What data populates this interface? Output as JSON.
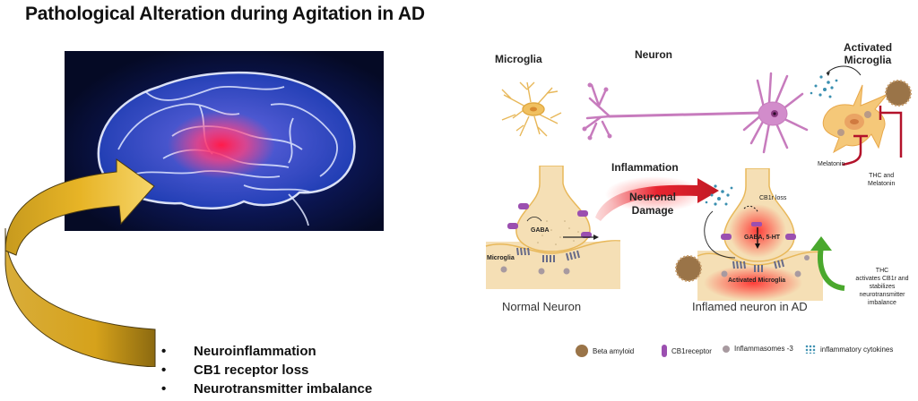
{
  "title": "Pathological Alteration during Agitation in AD",
  "left_panel": {
    "image_subject": "glowing-brain-with-red-inflamed-center",
    "arrow_color": "#d9a822",
    "bullets": [
      "Neuroinflammation",
      "CB1 receptor loss",
      "Neurotransmitter imbalance"
    ],
    "bullet_glyph": "•"
  },
  "right_panel": {
    "cells": {
      "microglia": "Microglia",
      "neuron": "Neuron",
      "activated_microglia_line1": "Activated",
      "activated_microglia_line2": "Microglia"
    },
    "inhibitors": {
      "melatonin": "Melatonin",
      "thc_melatonin_line1": "THC and",
      "thc_melatonin_line2": "Melatonin"
    },
    "transition": {
      "inflammation": "Inflammation",
      "neuronal_line1": "Neuronal",
      "neuronal_line2": "Damage"
    },
    "normal_synapse": {
      "gaba": "GABA",
      "microglia": "Microglia",
      "caption": "Normal Neuron"
    },
    "inflamed_synapse": {
      "cb1r_loss": "CB1r loss",
      "gaba_5ht": "GABA, 5-HT",
      "activated_microglia": "Activated Microglia",
      "caption": "Inflamed neuron in AD"
    },
    "thc_note": [
      "THC",
      "activates CB1r and",
      "stabilizes",
      "neurotransmitter",
      "imbalance"
    ],
    "legend": [
      {
        "icon": "beta-amyloid-icon",
        "label": "Beta amyloid"
      },
      {
        "icon": "cb1-receptor-icon",
        "label": "CB1receptor"
      },
      {
        "icon": "inflammasome-icon",
        "label": "Inflammasomes -3"
      },
      {
        "icon": "cytokines-icon",
        "label": "inflammatory cytokines"
      }
    ],
    "colors": {
      "neuron": "#c77bbd",
      "microglia": "#f2c46d",
      "synapse_fill": "#f5dfb5",
      "inflammation_red": "#e8232f",
      "thc_arrow": "#4aa82d",
      "inhibitor": "#b3122a",
      "receptor": "#9b4fb0"
    }
  }
}
